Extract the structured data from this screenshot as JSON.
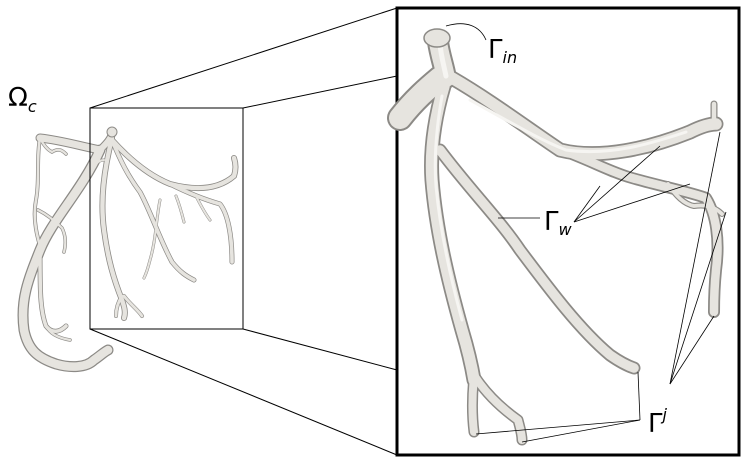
{
  "labels": {
    "domain": "Ω",
    "domain_sub": "c",
    "inlet": "Γ",
    "inlet_sub": "in",
    "wall": "Γ",
    "wall_sub": "w",
    "outlets": "Γ",
    "outlets_sup": "j"
  },
  "colors": {
    "vessel_fill": "#e6e4df",
    "vessel_shadow": "#8c8a86",
    "frame": "#000000"
  }
}
